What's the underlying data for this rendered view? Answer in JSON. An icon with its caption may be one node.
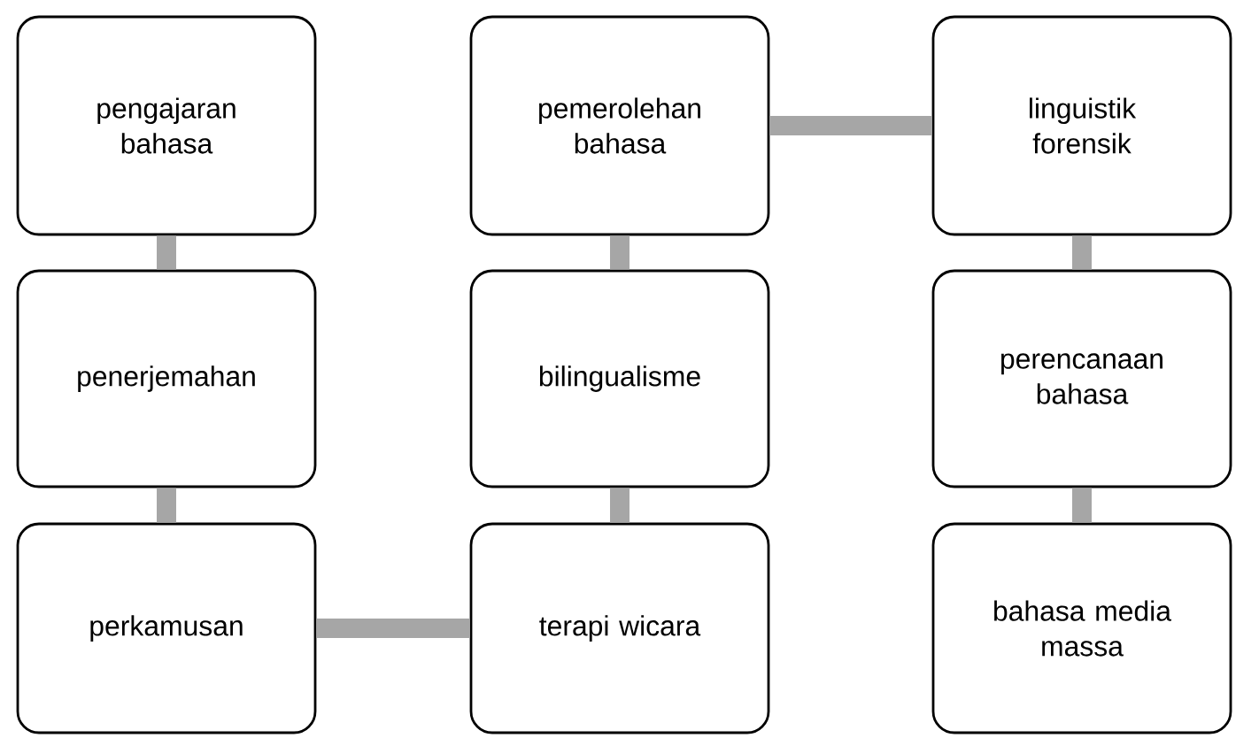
{
  "diagram": {
    "nodes": [
      {
        "text": [
          "pengajaran bahasa"
        ]
      },
      {
        "text": [
          "pemerolehan bahasa"
        ]
      },
      {
        "text": [
          "linguistik forensik"
        ]
      },
      {
        "text": [
          "penerjemahan"
        ]
      },
      {
        "text": [
          "bilingualisme"
        ]
      },
      {
        "text": [
          "perencanaan bahasa"
        ]
      },
      {
        "text": [
          "perkamusan"
        ]
      },
      {
        "text": [
          "terapi wicara"
        ]
      },
      {
        "text": [
          "bahasa media massa"
        ]
      }
    ],
    "edges": [
      {
        "from": 0,
        "to": 3,
        "arrow": "none"
      },
      {
        "from": 3,
        "to": 6,
        "arrow": "none"
      },
      {
        "from": 6,
        "to": 7,
        "arrow": "none"
      },
      {
        "from": 7,
        "to": 4,
        "arrow": "none"
      },
      {
        "from": 4,
        "to": 1,
        "arrow": "none"
      },
      {
        "from": 1,
        "to": 2,
        "arrow": "none"
      },
      {
        "from": 2,
        "to": 5,
        "arrow": "none"
      },
      {
        "from": 5,
        "to": 8,
        "arrow": "none"
      }
    ]
  }
}
